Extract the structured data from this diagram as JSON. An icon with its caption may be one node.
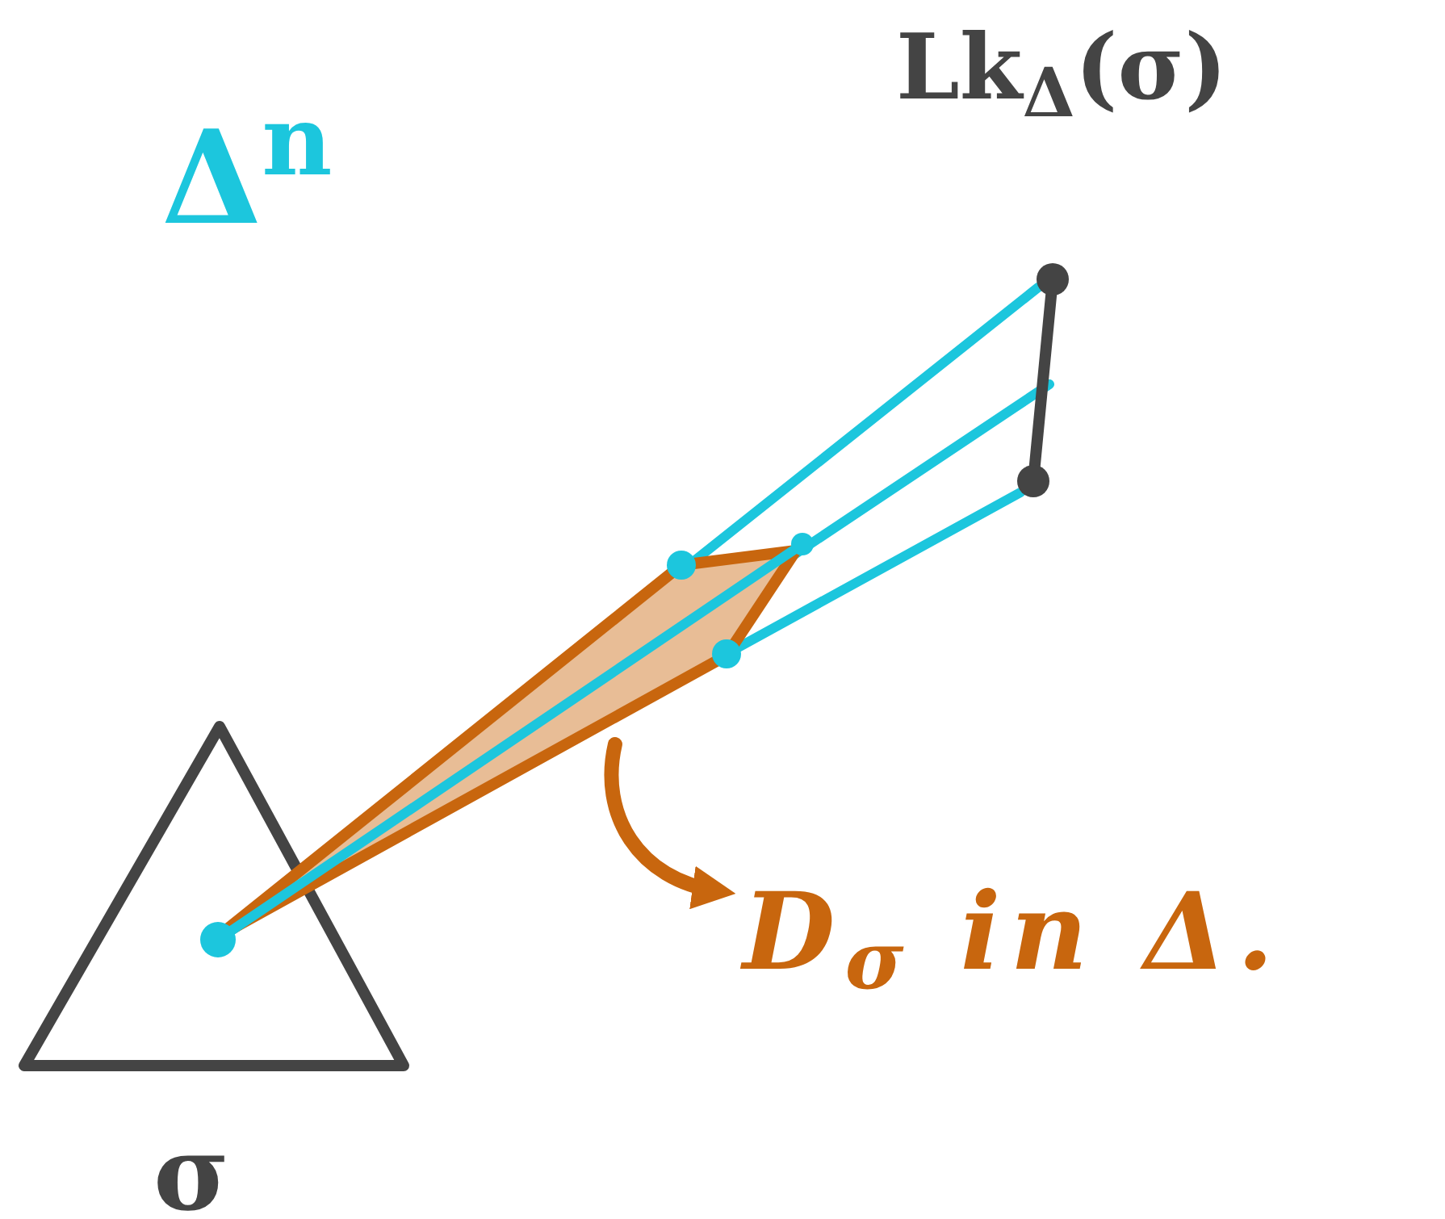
{
  "diagram": {
    "nodes": [
      {
        "text": [],
        "shape": "triangle",
        "beside": [
          "σ"
        ]
      },
      {
        "text": [],
        "shape": "bar",
        "beside": [
          "Lk$_{Δ}$(σ)"
        ]
      },
      {
        "text": [],
        "shape": "diamond"
      },
      {
        "text": [
          "D$_{σ}$ in Δ."
        ]
      }
    ],
    "edges": [
      {
        "from": 2,
        "to": 3,
        "arrow": "to"
      }
    ],
    "labels": [
      "Δ$^{n}$"
    ]
  }
}
